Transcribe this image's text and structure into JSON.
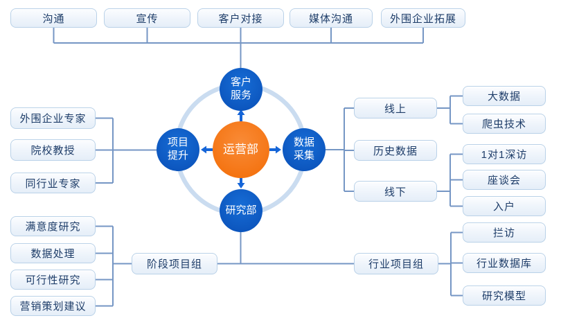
{
  "diagram": {
    "top_boxes": [
      "沟通",
      "宣传",
      "客户对接",
      "媒体沟通",
      "外围企业拓展"
    ],
    "center": {
      "label": "运营部"
    },
    "satellites": {
      "top": {
        "line1": "客户",
        "line2": "服务"
      },
      "right": {
        "line1": "数据",
        "line2": "采集"
      },
      "bottom": {
        "label": "研究部"
      },
      "left": {
        "line1": "项目",
        "line2": "提升"
      }
    },
    "left_boxes": [
      "外围企业专家",
      "院校教授",
      "同行业专家"
    ],
    "right_level1": [
      "线上",
      "历史数据",
      "线下"
    ],
    "online_boxes": [
      "大数据",
      "爬虫技术"
    ],
    "offline_boxes": [
      "1对1深访",
      "座谈会",
      "入户"
    ],
    "bottom_left_boxes": [
      "满意度研究",
      "数据处理",
      "可行性研究",
      "营销策划建议"
    ],
    "stage_group": "阶段项目组",
    "industry_group": "行业项目组",
    "industry_boxes": [
      "拦访",
      "行业数据库",
      "研究模型"
    ],
    "colors": {
      "node_fill": "#eef4fb",
      "node_border": "#b9d1e8",
      "node_text": "#1d3c68",
      "connector": "#7596c4",
      "orbit_ring": "#cadcf0",
      "circle_blue": "#0f5ec6",
      "circle_orange": "#f5781f",
      "arrow": "#1565d8"
    }
  }
}
